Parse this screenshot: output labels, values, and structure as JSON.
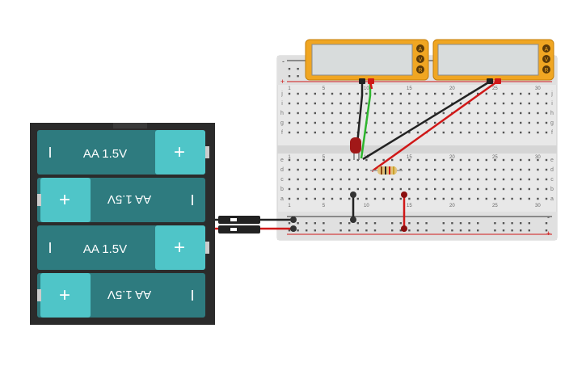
{
  "battery_pack": {
    "cells": [
      {
        "label": "AA 1.5V",
        "neg": "I",
        "pos": "+",
        "flipped": false
      },
      {
        "label": "AA 1.5V",
        "neg": "I",
        "pos": "+",
        "flipped": true
      },
      {
        "label": "AA 1.5V",
        "neg": "I",
        "pos": "+",
        "flipped": false
      },
      {
        "label": "AA 1.5V",
        "neg": "I",
        "pos": "+",
        "flipped": true
      }
    ]
  },
  "multimeters": [
    {
      "modes": [
        "A",
        "V",
        "R"
      ],
      "active_mode": "V",
      "reading": ""
    },
    {
      "modes": [
        "A",
        "V",
        "R"
      ],
      "active_mode": "V",
      "reading": ""
    }
  ],
  "breadboard": {
    "column_numbers": [
      "1",
      "5",
      "10",
      "15",
      "20",
      "25",
      "30"
    ],
    "top_row_letters": [
      "j",
      "i",
      "h",
      "g",
      "f"
    ],
    "bottom_row_letters": [
      "e",
      "d",
      "c",
      "b",
      "a"
    ],
    "rail_minus": "-",
    "rail_plus": "+"
  },
  "colors": {
    "battery_body": "#2e7b7f",
    "battery_end": "#4fc5c8",
    "holder": "#2b2b2b",
    "multimeter_case": "#f0a622",
    "multimeter_screen": "#d8dcdc",
    "wire_red": "#d01818",
    "wire_black": "#222222",
    "wire_green": "#2db52d",
    "led_red": "#a11818",
    "breadboard": "#e8e8e8"
  }
}
